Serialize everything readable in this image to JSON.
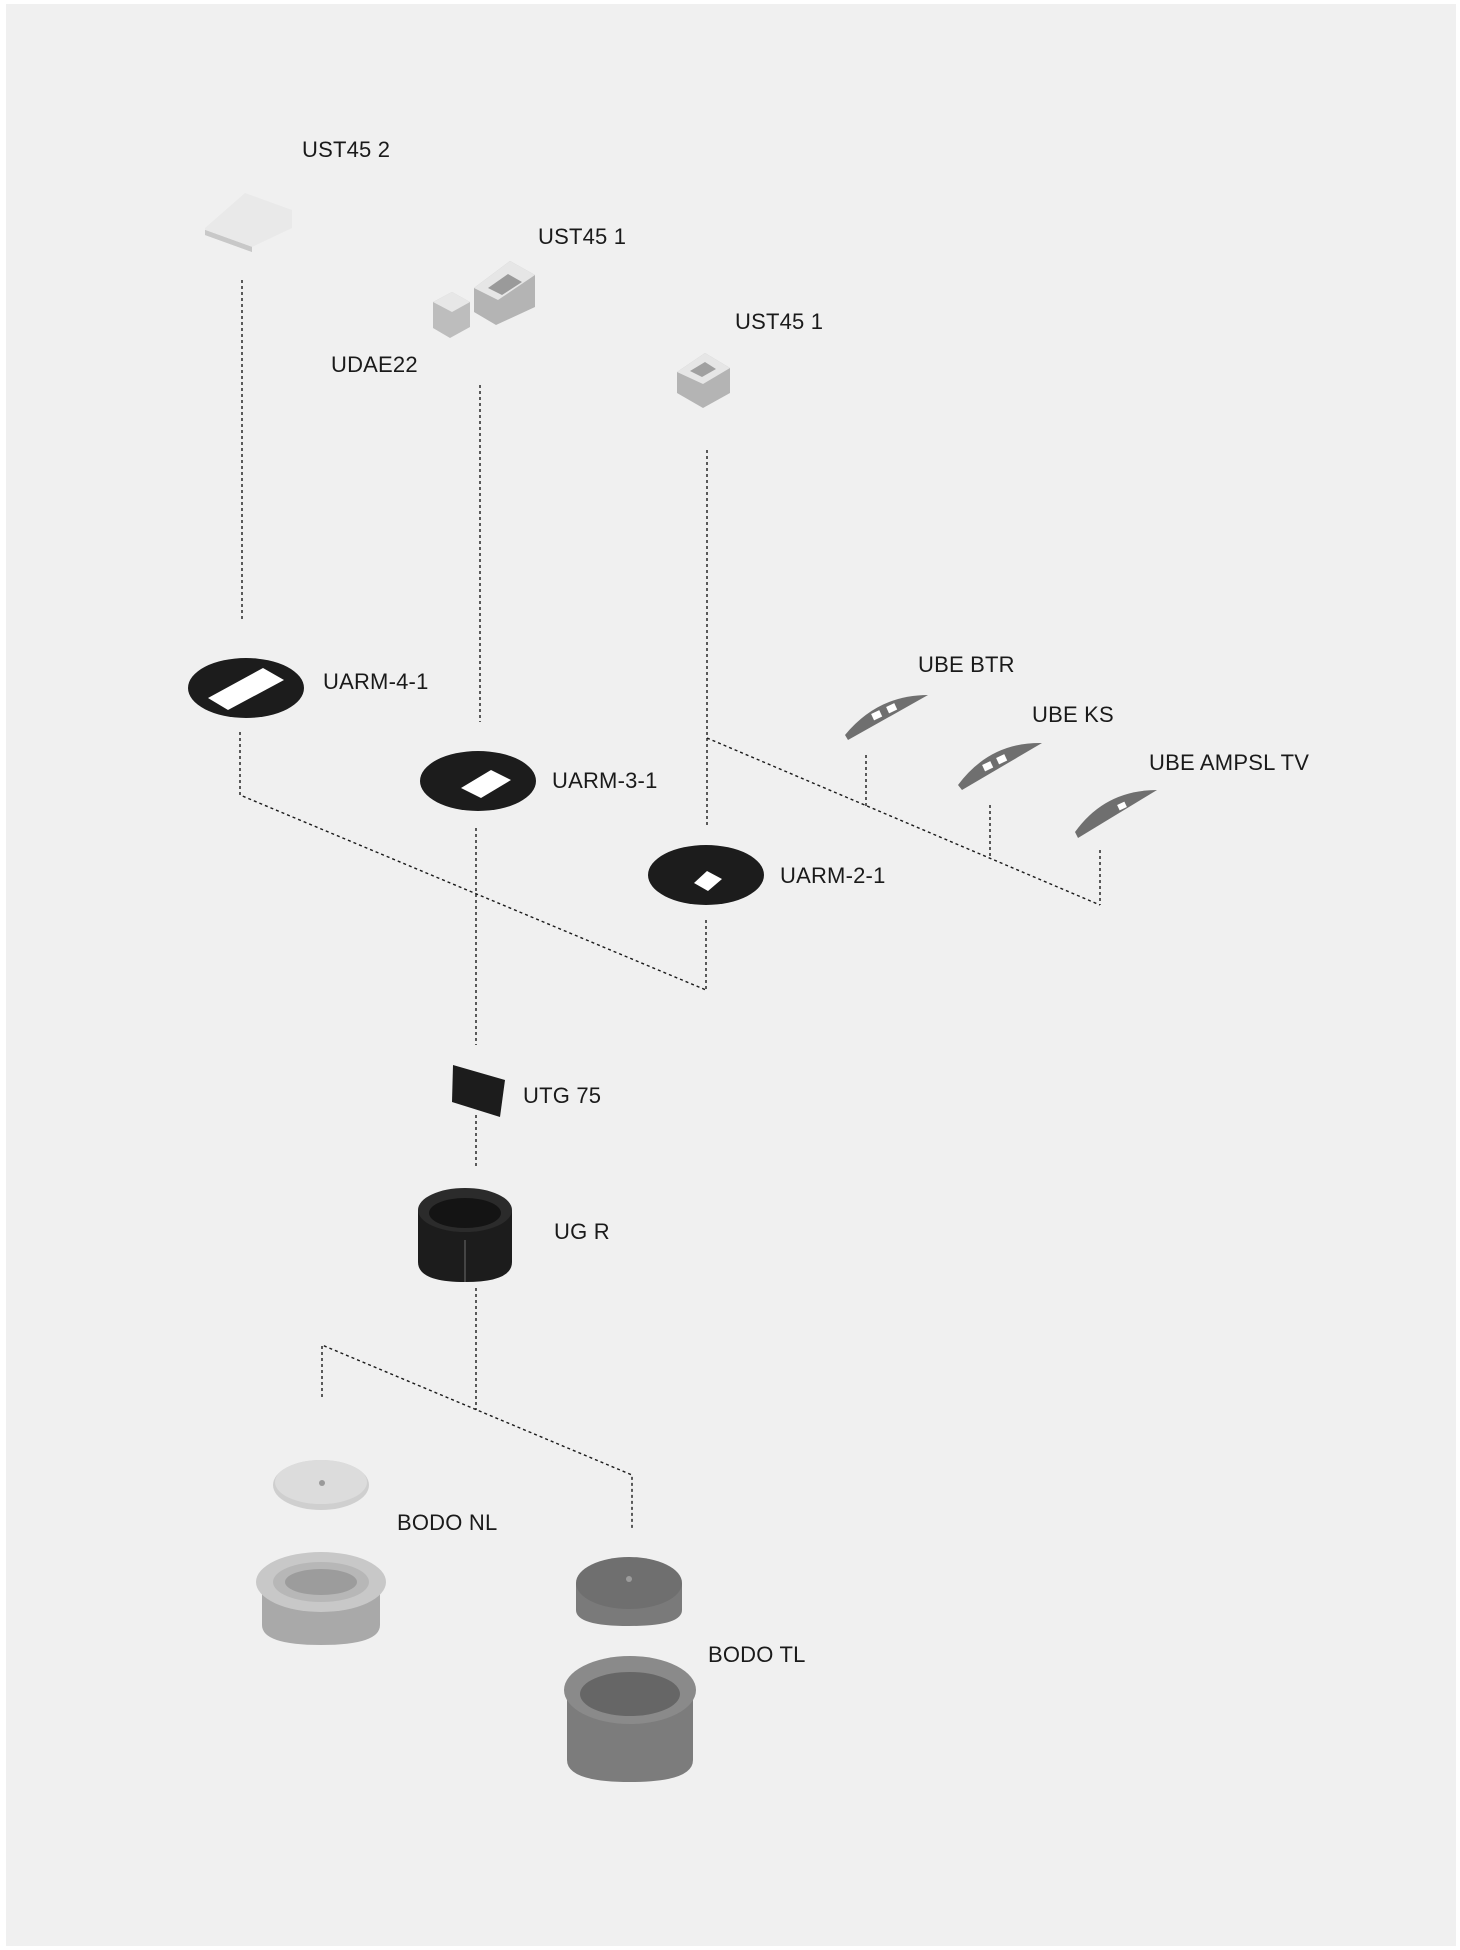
{
  "colors": {
    "background": "#f0f0f0",
    "frame": "#ffffff",
    "line": "#1a1a1a",
    "dark_part": "#1c1c1c",
    "grey_part": "#6f6f6f",
    "light_part": "#b4b4b4",
    "silver_part": "#cfcfcf",
    "label": "#1a1a1a"
  },
  "labels": {
    "ust45_2": "UST45 2",
    "ust45_1_a": "UST45 1",
    "udae22": "UDAE22",
    "ust45_1_b": "UST45 1",
    "uarm_4_1": "UARM-4-1",
    "uarm_3_1": "UARM-3-1",
    "uarm_2_1": "UARM-2-1",
    "ube_btr": "UBE BTR",
    "ube_ks": "UBE KS",
    "ube_ampsl_tv": "UBE AMPSL TV",
    "utg_75": "UTG 75",
    "ug_r": "UG R",
    "bodo_nl": "BODO NL",
    "bodo_tl": "BODO TL"
  }
}
